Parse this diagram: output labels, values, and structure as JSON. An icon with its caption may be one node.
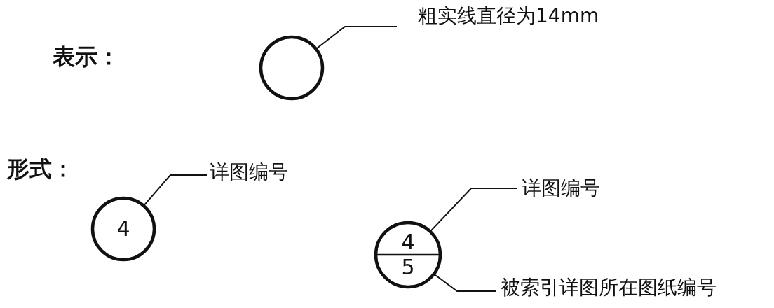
{
  "diagram": {
    "nodes": [
      {
        "text": [],
        "shape": "circle"
      },
      {
        "text": [
          "粗实线直径为14mm"
        ]
      },
      {
        "text": [
          "4"
        ]
      },
      {
        "text": [
          "详图编号"
        ]
      },
      {
        "text": [
          "4",
          "5"
        ]
      },
      {
        "text": [
          "详图编号"
        ]
      },
      {
        "text": [
          "被索引详图所在图纸编号"
        ]
      }
    ],
    "edges": [
      {
        "from": 1,
        "to": 0,
        "arrow": "none"
      },
      {
        "from": 3,
        "to": 2,
        "arrow": "none"
      },
      {
        "from": 5,
        "to": 4,
        "arrow": "none"
      },
      {
        "from": 6,
        "to": 4,
        "arrow": "none"
      }
    ],
    "labels": [
      "表示：",
      "形式："
    ]
  }
}
